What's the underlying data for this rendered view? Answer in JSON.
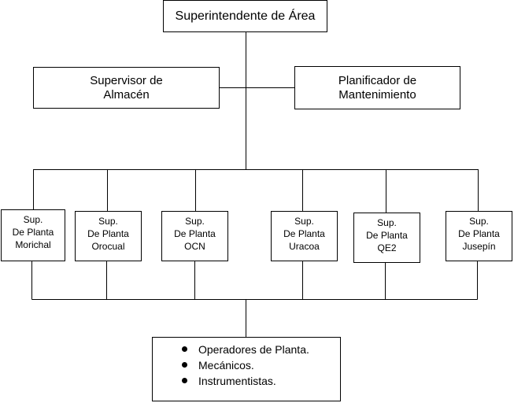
{
  "top": {
    "label": "Superintendente de Área"
  },
  "staff": {
    "left": {
      "line1": "Supervisor de",
      "line2": "Almacén"
    },
    "right": {
      "line1": "Planificador de",
      "line2": "Mantenimiento"
    }
  },
  "plants": [
    {
      "line1": "Sup.",
      "line2": "De Planta",
      "line3": "Morichal"
    },
    {
      "line1": "Sup.",
      "line2": "De Planta",
      "line3": "Orocual"
    },
    {
      "line1": "Sup.",
      "line2": "De Planta",
      "line3": "OCN"
    },
    {
      "line1": "Sup.",
      "line2": "De Planta",
      "line3": "Uracoa"
    },
    {
      "line1": "Sup.",
      "line2": "De Planta",
      "line3": "QE2"
    },
    {
      "line1": "Sup.",
      "line2": "De Planta",
      "line3": "Jusepín"
    }
  ],
  "bottom": {
    "items": [
      "Operadores de Planta.",
      "Mecánicos.",
      "Instrumentistas."
    ]
  },
  "colors": {
    "line": "#000000",
    "background": "#ffffff"
  }
}
